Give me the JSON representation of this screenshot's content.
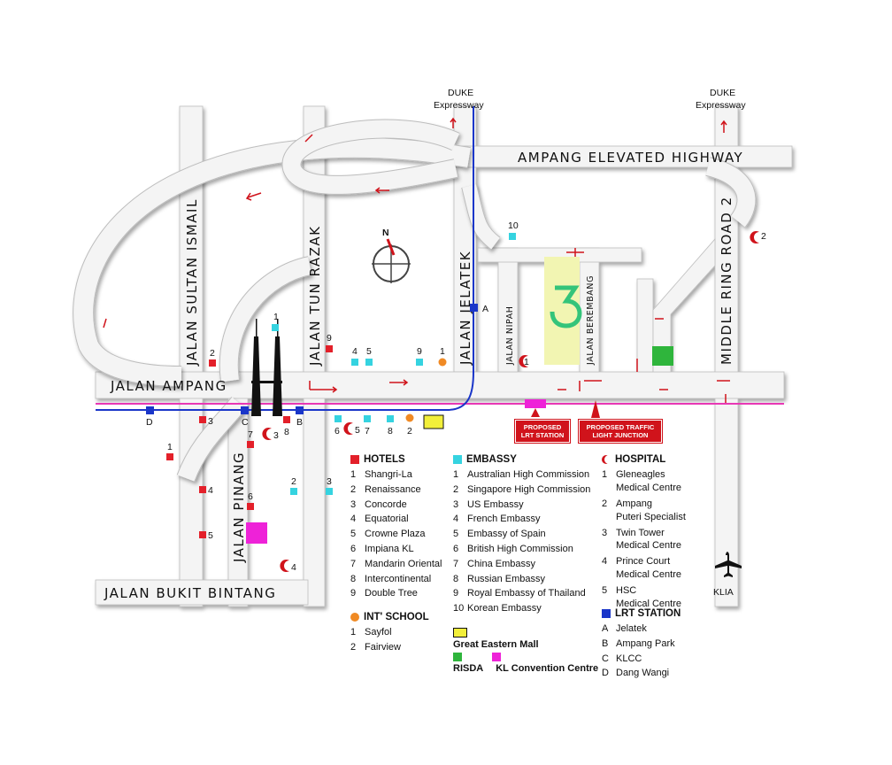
{
  "roads": {
    "jalan_ampang": "JALAN AMPANG",
    "jalan_bukit_bintang": "JALAN BUKIT BINTANG",
    "ampang_elevated": "AMPANG ELEVATED HIGHWAY",
    "jalan_sultan_ismail": "JALAN SULTAN ISMAIL",
    "jalan_tun_razak": "JALAN TUN RAZAK",
    "jalan_jelatek": "JALAN JELATEK",
    "middle_ring_road": "MIDDLE RING ROAD 2",
    "jalan_pinang": "JALAN PINANG",
    "jalan_nipah": "JALAN NIPAH",
    "jalan_berembang": "JALAN BEREMBANG",
    "duke_1_line1": "DUKE",
    "duke_1_line2": "Expressway",
    "duke_2_line1": "DUKE",
    "duke_2_line2": "Expressway"
  },
  "compass_letter": "N",
  "klia_label": "KLIA",
  "lrt_markers": {
    "a": "A",
    "b": "B",
    "c": "C",
    "d": "D"
  },
  "map_numbers": {
    "hotel": [
      "1",
      "2",
      "3",
      "4",
      "5",
      "6",
      "7",
      "8",
      "9"
    ],
    "embassy": [
      "1",
      "2",
      "3",
      "4",
      "5",
      "6",
      "7",
      "8",
      "9",
      "10"
    ],
    "school": [
      "1",
      "2"
    ],
    "hospital": [
      "1",
      "2",
      "3",
      "4",
      "5"
    ]
  },
  "notices": {
    "lrt_station_1": "PROPOSED",
    "lrt_station_2": "LRT STATION",
    "traffic_1": "PROPOSED TRAFFIC",
    "traffic_2": "LIGHT JUNCTION"
  },
  "legend": {
    "hotels": {
      "title": "HOTELS",
      "items": [
        {
          "n": "1",
          "name": "Shangri-La"
        },
        {
          "n": "2",
          "name": "Renaissance"
        },
        {
          "n": "3",
          "name": "Concorde"
        },
        {
          "n": "4",
          "name": "Equatorial"
        },
        {
          "n": "5",
          "name": "Crowne Plaza"
        },
        {
          "n": "6",
          "name": "Impiana KL"
        },
        {
          "n": "7",
          "name": "Mandarin Oriental"
        },
        {
          "n": "8",
          "name": "Intercontinental"
        },
        {
          "n": "9",
          "name": "Double Tree"
        }
      ]
    },
    "schools": {
      "title": "INT' SCHOOL",
      "items": [
        {
          "n": "1",
          "name": "Sayfol"
        },
        {
          "n": "2",
          "name": "Fairview"
        }
      ]
    },
    "embassy": {
      "title": "EMBASSY",
      "items": [
        {
          "n": "1",
          "name": "Australian High Commission"
        },
        {
          "n": "2",
          "name": "Singapore High Commission"
        },
        {
          "n": "3",
          "name": "US Embassy"
        },
        {
          "n": "4",
          "name": "French Embassy"
        },
        {
          "n": "5",
          "name": "Embassy of Spain"
        },
        {
          "n": "6",
          "name": "British High Commission"
        },
        {
          "n": "7",
          "name": "China Embassy"
        },
        {
          "n": "8",
          "name": "Russian Embassy"
        },
        {
          "n": "9",
          "name": "Royal Embassy of Thailand"
        },
        {
          "n": "10",
          "name": "Korean Embassy"
        }
      ]
    },
    "mall": "Great Eastern Mall",
    "risda": "RISDA",
    "klcc_conv": "KL Convention Centre",
    "hospital": {
      "title": "HOSPITAL",
      "items": [
        {
          "n": "1",
          "l1": "Gleneagles",
          "l2": "Medical Centre"
        },
        {
          "n": "2",
          "l1": "Ampang",
          "l2": "Puteri Specialist"
        },
        {
          "n": "3",
          "l1": "Twin Tower",
          "l2": "Medical Centre"
        },
        {
          "n": "4",
          "l1": "Prince Court",
          "l2": "Medical Centre"
        },
        {
          "n": "5",
          "l1": "HSC",
          "l2": "Medical Centre"
        }
      ]
    },
    "lrt": {
      "title": "LRT STATION",
      "items": [
        {
          "n": "A",
          "name": "Jelatek"
        },
        {
          "n": "B",
          "name": "Ampang Park"
        },
        {
          "n": "C",
          "name": "KLCC"
        },
        {
          "n": "D",
          "name": "Dang Wangi"
        }
      ]
    }
  },
  "colors": {
    "hotel": "#e3202a",
    "embassy": "#35d3e0",
    "school": "#f08a24",
    "mall": "#f2ef3a",
    "risda": "#2fb53c",
    "convention": "#ee22d8",
    "hospital": "#d0131b",
    "lrt": "#1a36c9",
    "lrt_line": "#1a36c9",
    "pink_line": "#e838b5",
    "site": "#f2f5b2",
    "logo": "#34c47a"
  }
}
